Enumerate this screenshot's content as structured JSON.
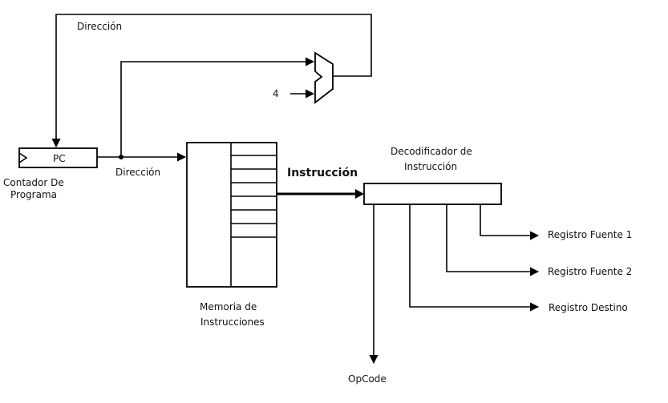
{
  "labels": {
    "direccion_top": "Dirección",
    "four": "4",
    "pc": "PC",
    "contador_line1": "Contador De",
    "contador_line2": "Programa",
    "direccion_mid": "Dirección",
    "instruccion": "Instrucción",
    "decodificador_line1": "Decodificador de",
    "decodificador_line2": "Instrucción",
    "memoria_line1": "Memoria de",
    "memoria_line2": "Instrucciones",
    "registro_fuente_1": "Registro Fuente 1",
    "registro_fuente_2": "Registro Fuente 2",
    "registro_destino": "Registro Destino",
    "opcode": "OpCode"
  }
}
